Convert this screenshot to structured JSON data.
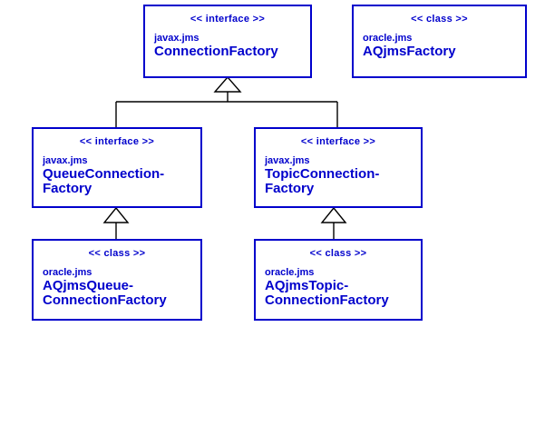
{
  "diagram": {
    "kind": "uml-class-diagram",
    "colors": {
      "box_border": "#0000cc",
      "text": "#0000cc",
      "connector": "#000000",
      "background": "#ffffff",
      "arrowhead_fill": "#ffffff"
    },
    "boxes": [
      {
        "id": "connectionfactory",
        "stereotype": "<< interface >>",
        "package": "javax.jms",
        "name": "ConnectionFactory"
      },
      {
        "id": "aqjmsfactory",
        "stereotype": "<< class >>",
        "package": "oracle.jms",
        "name": "AQjmsFactory"
      },
      {
        "id": "queueconnectionfactory",
        "stereotype": "<< interface >>",
        "package": "javax.jms",
        "name": "QueueConnection-\nFactory"
      },
      {
        "id": "topicconnectionfactory",
        "stereotype": "<< interface >>",
        "package": "javax.jms",
        "name": "TopicConnection-\nFactory"
      },
      {
        "id": "aqjmsqueueconnfactory",
        "stereotype": "<< class >>",
        "package": "oracle.jms",
        "name": "AQjmsQueue-\nConnectionFactory"
      },
      {
        "id": "aqjmstopicconnfactory",
        "stereotype": "<< class >>",
        "package": "oracle.jms",
        "name": "AQjmsTopic-\nConnectionFactory"
      }
    ],
    "relationships": [
      {
        "id": "gen-queuecf-to-cf",
        "type": "generalization",
        "from": "QueueConnectionFactory",
        "to": "ConnectionFactory"
      },
      {
        "id": "gen-topiccf-to-cf",
        "type": "generalization",
        "from": "TopicConnectionFactory",
        "to": "ConnectionFactory"
      },
      {
        "id": "gen-aqjmsqueuecf-to-queuecf",
        "type": "generalization",
        "from": "AQjmsQueueConnectionFactory",
        "to": "QueueConnectionFactory"
      },
      {
        "id": "gen-aqjmstopiccf-to-topiccf",
        "type": "generalization",
        "from": "AQjmsTopicConnectionFactory",
        "to": "TopicConnectionFactory"
      }
    ]
  }
}
